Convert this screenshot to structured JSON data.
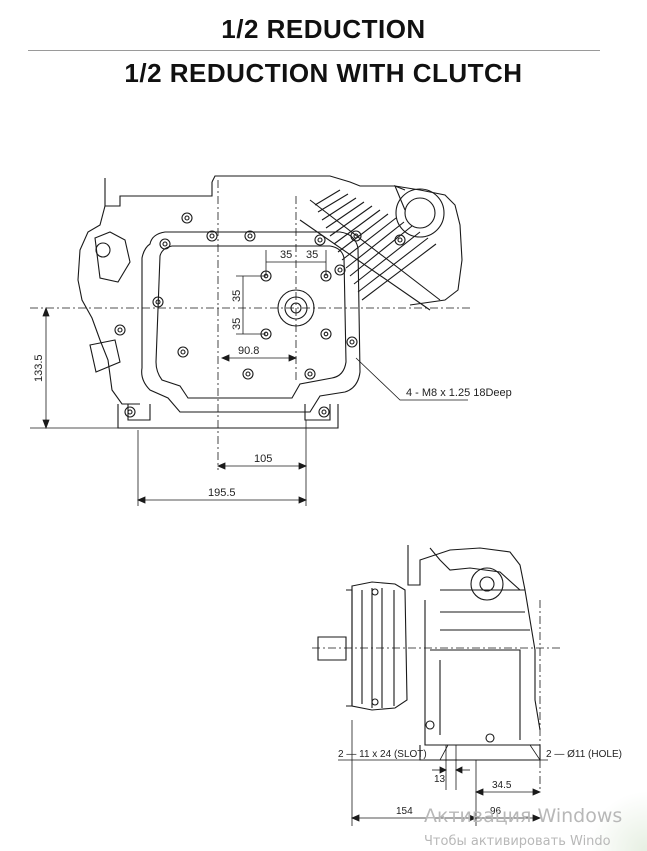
{
  "titles": {
    "reduction": "1/2 REDUCTION",
    "reduction_clutch": "1/2 REDUCTION WITH CLUTCH"
  },
  "top_drawing": {
    "dim_35_a": "35",
    "dim_35_b": "35",
    "dim_35_c": "35",
    "dim_35_d": "35",
    "dim_90_8": "90.8",
    "dim_133_5": "133.5",
    "dim_105": "105",
    "dim_195_5": "195.5",
    "bolt_note": "4 - M8 x 1.25 18Deep"
  },
  "bottom_drawing": {
    "slot_note": "2 — 11 x 24 (SLOT)",
    "hole_note": "2 — Ø11 (HOLE)",
    "dim_13": "13",
    "dim_34_5": "34.5",
    "dim_154": "154",
    "dim_96": "96"
  },
  "watermark": {
    "line1": "Активация Windows",
    "line2": "Чтобы активировать Windo"
  },
  "colors": {
    "ink": "#1a1a1a",
    "rule": "#9a9a9a",
    "watermark": "#b8b8b8"
  }
}
